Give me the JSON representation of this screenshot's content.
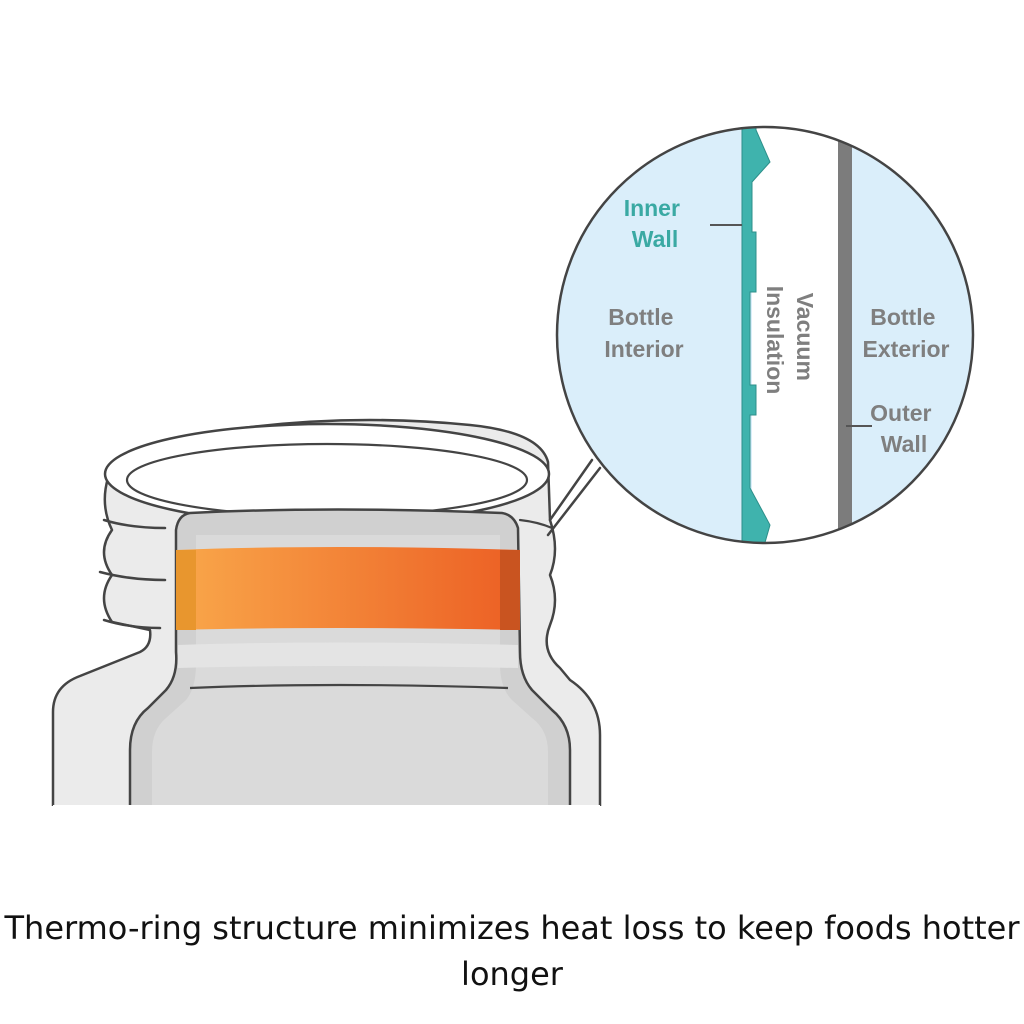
{
  "labels": {
    "inner_wall": [
      "Inner",
      "Wall"
    ],
    "bottle_interior": [
      "Bottle",
      "Interior"
    ],
    "vacuum_insulation": [
      "Vacuum",
      "Insulation"
    ],
    "bottle_exterior": [
      "Bottle",
      "Exterior"
    ],
    "outer_wall": [
      "Outer",
      "Wall"
    ]
  },
  "caption": "Thermo-ring structure minimizes heat loss to keep foods hotter longer",
  "colors": {
    "inner_wall_label": "#3aa9a3",
    "inner_wall_layer": "#3fb3ad",
    "outer_wall_layer": "#7c7c7c",
    "gray_label": "#7f7f7f",
    "light_blue_fill": "#daeefa",
    "thermo_ring_start": "#f9a74a",
    "thermo_ring_end": "#ec5f24",
    "outline": "#444444"
  }
}
